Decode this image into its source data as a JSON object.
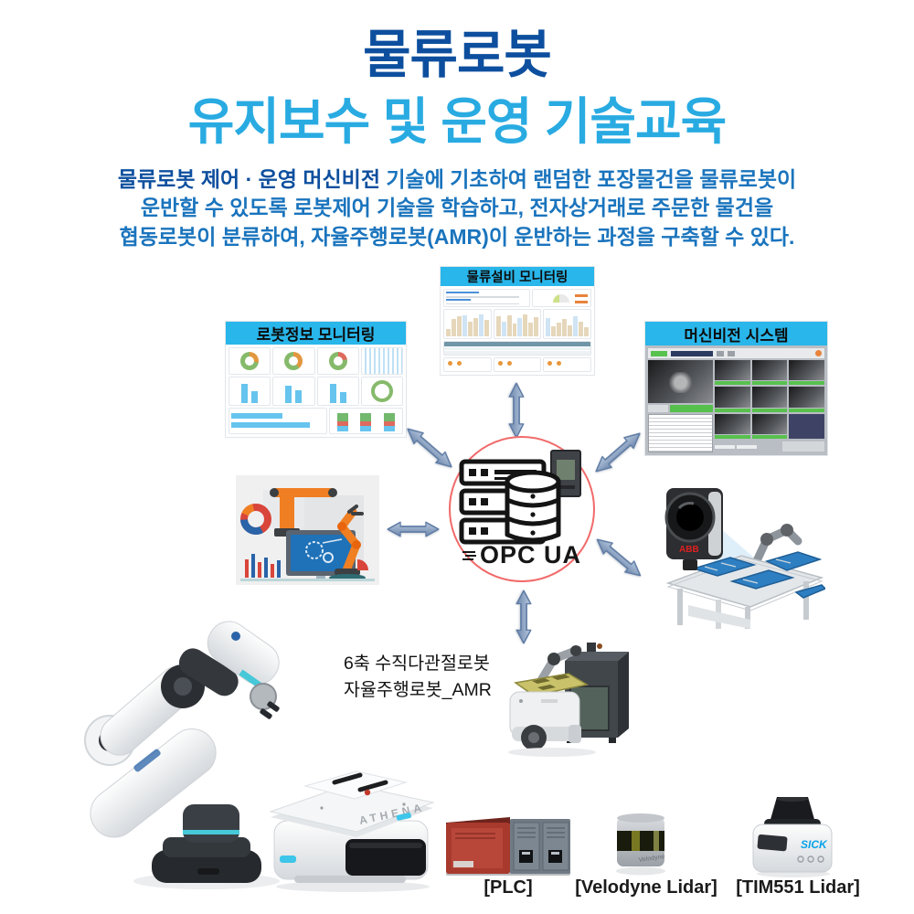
{
  "header": {
    "title": "물류로봇",
    "subtitle": "유지보수 및 운영 기술교육"
  },
  "intro": {
    "bold_lead": "물류로봇 제어 · 운영 머신비전",
    "line1_rest": " 기술에 기초하여 랜덤한 포장물건을 물류로봇이",
    "line2": "운반할 수 있도록 로봇제어 기술을 학습하고, 전자상거래로 주문한 물건을",
    "line3": "협동로봇이 분류하여, 자율주행로봇(AMR)이 운반하는 과정을 구축할 수 있다."
  },
  "diagram": {
    "panel_logistics": {
      "title": "물류설비 모니터링"
    },
    "panel_robot": {
      "title": "로봇정보 모니터링"
    },
    "panel_vision": {
      "title": "머신비전 시스템"
    },
    "hub": {
      "label": "OPC UA"
    },
    "camera_brand": "ABB",
    "amr_caption": {
      "line1": "6축 수직다관절로봇",
      "line2": "자율주행로봇_AMR"
    }
  },
  "equipment": {
    "athena_label": "ATHENA",
    "sick_label": "SICK",
    "velodyne_label": "Velodyne",
    "labels": {
      "plc": "[PLC]",
      "velodyne": "[Velodyne Lidar]",
      "tim": "[TIM551 Lidar]"
    }
  },
  "colors": {
    "title_navy": "#0d4f9e",
    "bright_blue": "#29abe2",
    "body_blue": "#1a74bd",
    "panel_header_bg": "#29b6ea",
    "arrow_fill": "#8aa6c8",
    "hub_ring": "#f16a6a"
  }
}
